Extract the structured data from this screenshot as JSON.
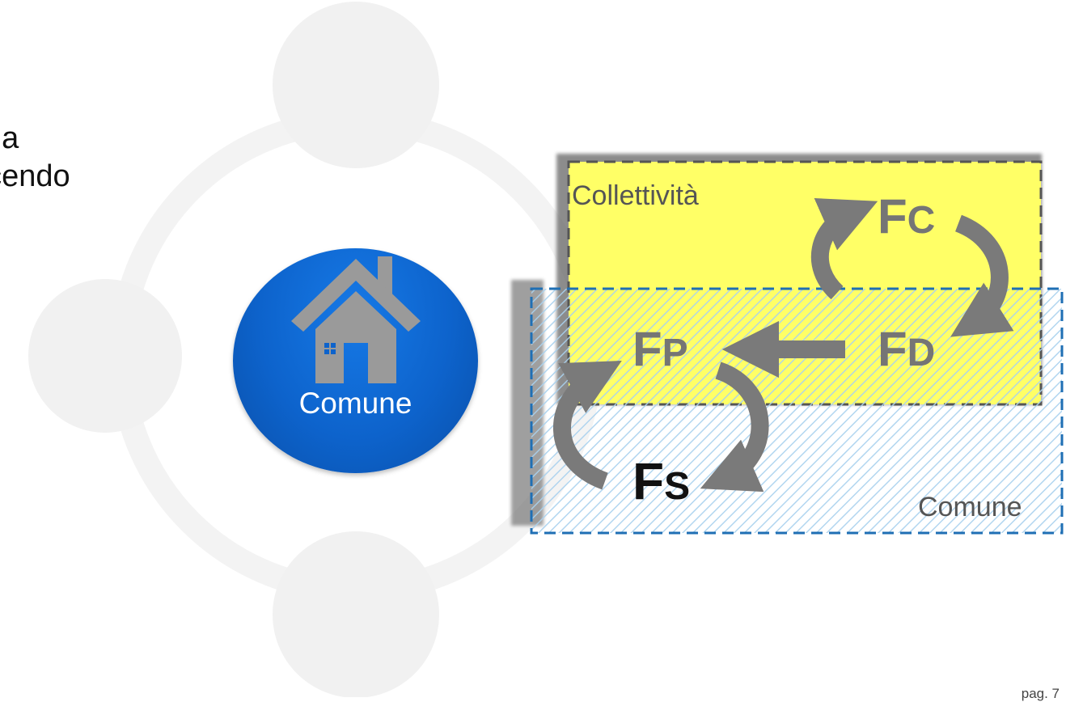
{
  "left_text": {
    "lines": [
      "a la",
      "acendo",
      ":"
    ]
  },
  "center": {
    "label": "Comune",
    "icon": "house-icon",
    "color": "#0d63cc"
  },
  "diagram": {
    "collettivita_label": "Collettività",
    "comune_label": "Comune",
    "collettivita_color": "#ffff66",
    "comune_hatch_color": "#aed4ef",
    "nodes": {
      "fc": {
        "main": "F",
        "sub": "C"
      },
      "fd": {
        "main": "F",
        "sub": "D"
      },
      "fp": {
        "main": "F",
        "sub": "P"
      },
      "fs": {
        "main": "F",
        "sub": "S"
      }
    }
  },
  "footer": {
    "page": "pag. 7"
  }
}
